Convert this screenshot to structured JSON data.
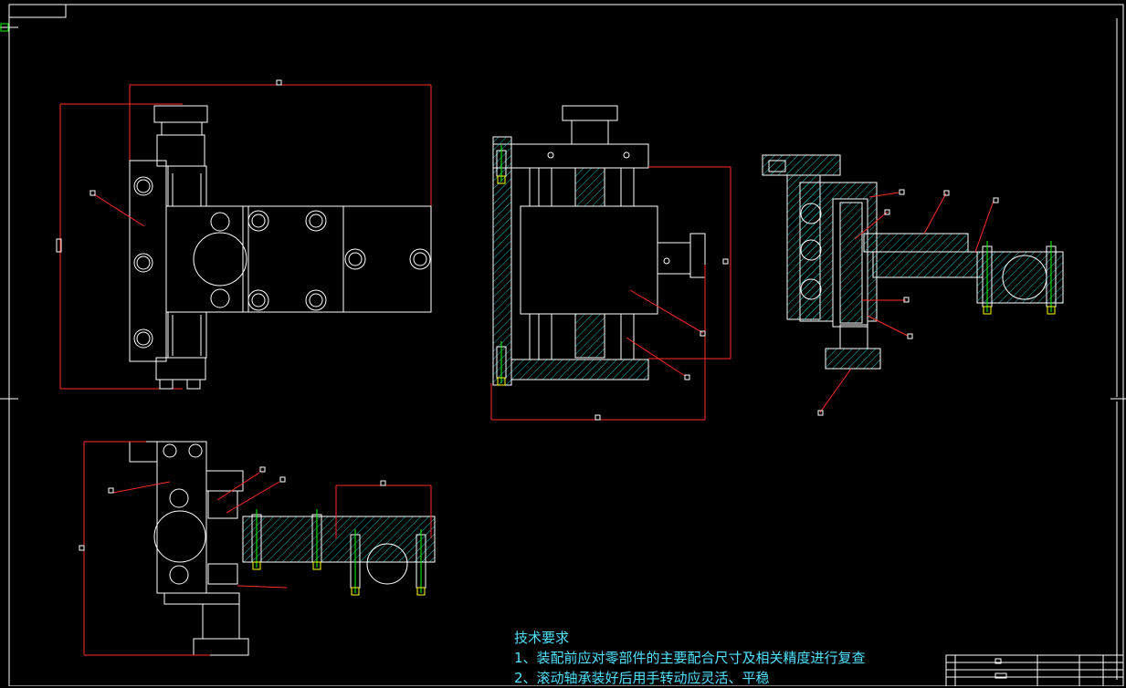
{
  "colors": {
    "background": "#000000",
    "outline": "#ffffff",
    "dimension": "#ff2a2a",
    "hatch": "#18c0c0",
    "centerline": "#00ff00",
    "note_text": "#4fe3ff",
    "fastener": "#ffff00"
  },
  "technical_requirements": {
    "heading": "技术要求",
    "items": [
      "1、装配前应对零部件的主要配合尺寸及相关精度进行复查",
      "2、滚动轴承装好后用手转动应灵活、平稳"
    ]
  }
}
